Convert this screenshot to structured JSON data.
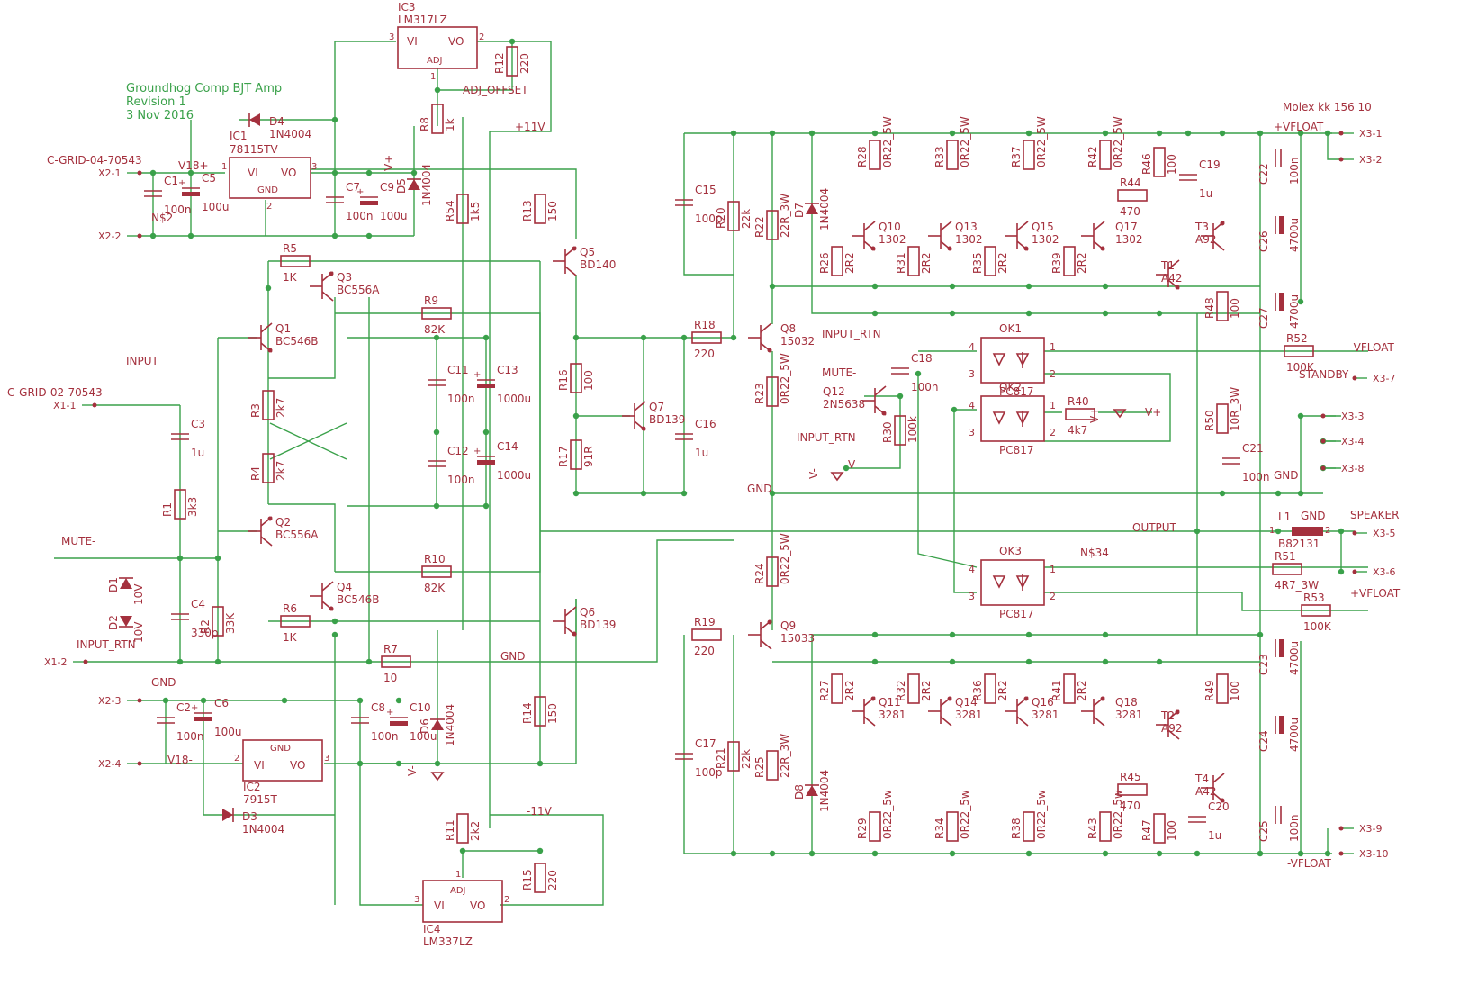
{
  "title_block": {
    "line1": "Groundhog Comp BJT Amp",
    "line2": "Revision 1",
    "line3": "3 Nov 2016"
  },
  "net_labels": {
    "p11v": "+11V",
    "m11v": "-11V",
    "input": "INPUT",
    "mute": "MUTE-",
    "input_rtn": "INPUT_RTN",
    "gnd": "GND",
    "v18p": "V18+",
    "v18m": "V18-",
    "vplus": "V+",
    "vminus": "V-",
    "adj_offset": "ADJ_OFFSET",
    "output": "OUTPUT",
    "speaker": "SPEAKER",
    "standby": "STANDBY-",
    "vfloat_p": "+VFLOAT",
    "vfloat_m": "-VFLOAT",
    "n2": "N$2",
    "n34": "N$34",
    "molex": "Molex kk 156 10",
    "c_grid4": "C-GRID-04-70543",
    "c_grid2": "C-GRID-02-70543"
  },
  "connectors": [
    {
      "id": "X2-1"
    },
    {
      "id": "X2-2"
    },
    {
      "id": "X2-3"
    },
    {
      "id": "X2-4"
    },
    {
      "id": "X1-1"
    },
    {
      "id": "X1-2"
    },
    {
      "id": "X3-1"
    },
    {
      "id": "X3-2"
    },
    {
      "id": "X3-7"
    },
    {
      "id": "X3-3"
    },
    {
      "id": "X3-4"
    },
    {
      "id": "X3-8"
    },
    {
      "id": "X3-5"
    },
    {
      "id": "X3-6"
    },
    {
      "id": "X3-9"
    },
    {
      "id": "X3-10"
    }
  ],
  "ics": {
    "ic1": {
      "ref": "IC1",
      "part": "78115TV",
      "vi": "VI",
      "vo": "VO",
      "gnd": "GND"
    },
    "ic2": {
      "ref": "IC2",
      "part": "7915T",
      "vi": "VI",
      "vo": "VO",
      "gnd": "GND"
    },
    "ic3": {
      "ref": "IC3",
      "part": "LM317LZ",
      "vi": "VI",
      "vo": "VO",
      "adj": "ADJ"
    },
    "ic4": {
      "ref": "IC4",
      "part": "LM337LZ",
      "vi": "VI",
      "vo": "VO",
      "adj": "ADJ"
    }
  },
  "optos": {
    "ok1": {
      "ref": "OK1",
      "part": "PC817"
    },
    "ok2": {
      "ref": "OK2",
      "part": "PC817"
    },
    "ok3": {
      "ref": "OK3",
      "part": "PC817"
    }
  },
  "inductor": {
    "ref": "L1",
    "part": "B82131"
  },
  "transistors": {
    "q1": {
      "ref": "Q1",
      "part": "BC546B"
    },
    "q2": {
      "ref": "Q2",
      "part": "BC556A"
    },
    "q3": {
      "ref": "Q3",
      "part": "BC556A"
    },
    "q4": {
      "ref": "Q4",
      "part": "BC546B"
    },
    "q5": {
      "ref": "Q5",
      "part": "BD140"
    },
    "q6": {
      "ref": "Q6",
      "part": "BD139"
    },
    "q7": {
      "ref": "Q7",
      "part": "BD139"
    },
    "q8": {
      "ref": "Q8",
      "part": "15032"
    },
    "q9": {
      "ref": "Q9",
      "part": "15033"
    },
    "q12": {
      "ref": "Q12",
      "part": "2N5638"
    },
    "q10": {
      "ref": "Q10",
      "part": "1302"
    },
    "q13": {
      "ref": "Q13",
      "part": "1302"
    },
    "q15": {
      "ref": "Q15",
      "part": "1302"
    },
    "q17": {
      "ref": "Q17",
      "part": "1302"
    },
    "q11": {
      "ref": "Q11",
      "part": "3281"
    },
    "q14": {
      "ref": "Q14",
      "part": "3281"
    },
    "q16": {
      "ref": "Q16",
      "part": "3281"
    },
    "q18": {
      "ref": "Q18",
      "part": "3281"
    },
    "t1": {
      "ref": "T1",
      "part": "A42"
    },
    "t2": {
      "ref": "T2",
      "part": "A92"
    },
    "t3": {
      "ref": "T3",
      "part": "A92"
    },
    "t4": {
      "ref": "T4",
      "part": "A42"
    }
  },
  "resistors_v": [
    {
      "ref": "R12",
      "val": "220"
    },
    {
      "ref": "R8",
      "val": "1k"
    },
    {
      "ref": "R54",
      "val": "1k5"
    },
    {
      "ref": "R13",
      "val": "150"
    },
    {
      "ref": "R3",
      "val": "2k7"
    },
    {
      "ref": "R4",
      "val": "2k7"
    },
    {
      "ref": "R1",
      "val": "3k3"
    },
    {
      "ref": "R2",
      "val": "33K"
    },
    {
      "ref": "R16",
      "val": "100"
    },
    {
      "ref": "R17",
      "val": "91R"
    },
    {
      "ref": "R14",
      "val": "150"
    },
    {
      "ref": "R11",
      "val": "2k2"
    },
    {
      "ref": "R15",
      "val": "220"
    },
    {
      "ref": "R20",
      "val": "22k"
    },
    {
      "ref": "R22",
      "val": "22R_3W"
    },
    {
      "ref": "R23",
      "val": "0R22_5W"
    },
    {
      "ref": "R24",
      "val": "0R22_5W"
    },
    {
      "ref": "R21",
      "val": "22k"
    },
    {
      "ref": "R25",
      "val": "22R_3W"
    },
    {
      "ref": "R30",
      "val": "100k"
    },
    {
      "ref": "R28",
      "val": "0R22_5W"
    },
    {
      "ref": "R33",
      "val": "0R22_5W"
    },
    {
      "ref": "R37",
      "val": "0R22_5W"
    },
    {
      "ref": "R42",
      "val": "0R22_5W"
    },
    {
      "ref": "R26",
      "val": "2R2"
    },
    {
      "ref": "R31",
      "val": "2R2"
    },
    {
      "ref": "R35",
      "val": "2R2"
    },
    {
      "ref": "R39",
      "val": "2R2"
    },
    {
      "ref": "R46",
      "val": "100"
    },
    {
      "ref": "R48",
      "val": "100"
    },
    {
      "ref": "R50",
      "val": "10R_3W"
    },
    {
      "ref": "R27",
      "val": "2R2"
    },
    {
      "ref": "R32",
      "val": "2R2"
    },
    {
      "ref": "R36",
      "val": "2R2"
    },
    {
      "ref": "R41",
      "val": "2R2"
    },
    {
      "ref": "R49",
      "val": "100"
    },
    {
      "ref": "R29",
      "val": "0R22_5w"
    },
    {
      "ref": "R34",
      "val": "0R22_5w"
    },
    {
      "ref": "R38",
      "val": "0R22_5w"
    },
    {
      "ref": "R43",
      "val": "0R22_5w"
    },
    {
      "ref": "R47",
      "val": "100"
    }
  ],
  "resistors_h": [
    {
      "ref": "R5",
      "val": "1K"
    },
    {
      "ref": "R9",
      "val": "82K"
    },
    {
      "ref": "R10",
      "val": "82K"
    },
    {
      "ref": "R6",
      "val": "1K"
    },
    {
      "ref": "R7",
      "val": "10"
    },
    {
      "ref": "R18",
      "val": "220"
    },
    {
      "ref": "R19",
      "val": "220"
    },
    {
      "ref": "R44",
      "val": "470"
    },
    {
      "ref": "R45",
      "val": "470"
    },
    {
      "ref": "R52",
      "val": "100K"
    },
    {
      "ref": "R40",
      "val": "4k7"
    },
    {
      "ref": "R51",
      "val": "4R7_3W"
    },
    {
      "ref": "R53",
      "val": "100K"
    }
  ],
  "capacitors": [
    {
      "ref": "C1",
      "val": "100n"
    },
    {
      "ref": "C5",
      "val": "100u"
    },
    {
      "ref": "C7",
      "val": "100n"
    },
    {
      "ref": "C9",
      "val": "100u"
    },
    {
      "ref": "C3",
      "val": "1u"
    },
    {
      "ref": "C4",
      "val": "330p"
    },
    {
      "ref": "C11",
      "val": "100n"
    },
    {
      "ref": "C13",
      "val": "1000u"
    },
    {
      "ref": "C12",
      "val": "100n"
    },
    {
      "ref": "C14",
      "val": "1000u"
    },
    {
      "ref": "C2",
      "val": "100n"
    },
    {
      "ref": "C6",
      "val": "100u"
    },
    {
      "ref": "C8",
      "val": "100n"
    },
    {
      "ref": "C10",
      "val": "100u"
    },
    {
      "ref": "C16",
      "val": "1u"
    },
    {
      "ref": "C15",
      "val": "100p"
    },
    {
      "ref": "C17",
      "val": "100p"
    },
    {
      "ref": "C18",
      "val": "100n"
    },
    {
      "ref": "C19",
      "val": "1u"
    },
    {
      "ref": "C20",
      "val": "1u"
    },
    {
      "ref": "C21",
      "val": "100n"
    },
    {
      "ref": "C22",
      "val": "100n"
    },
    {
      "ref": "C26",
      "val": "4700u"
    },
    {
      "ref": "C27",
      "val": "4700u"
    },
    {
      "ref": "C23",
      "val": "4700u"
    },
    {
      "ref": "C24",
      "val": "4700u"
    },
    {
      "ref": "C25",
      "val": "100n"
    }
  ],
  "diodes": [
    {
      "ref": "D4",
      "val": "1N4004"
    },
    {
      "ref": "D5",
      "val": "1N4004"
    },
    {
      "ref": "D6",
      "val": "1N4004"
    },
    {
      "ref": "D3",
      "val": "1N4004"
    },
    {
      "ref": "D7",
      "val": "1N4004"
    },
    {
      "ref": "D8",
      "val": "1N4004"
    },
    {
      "ref": "D1",
      "val": "10V"
    },
    {
      "ref": "D2",
      "val": "10V"
    }
  ],
  "colors": {
    "wire": "#3aa14a",
    "component": "#a4303d",
    "background": "#ffffff"
  }
}
